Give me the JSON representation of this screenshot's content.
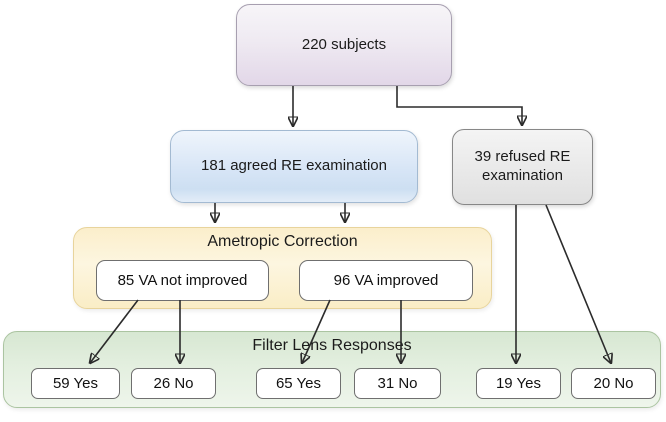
{
  "flow": {
    "nodes": {
      "subjects": "220 subjects",
      "agreed": "181 agreed RE examination",
      "refused": "39 refused RE examination",
      "va_not_improved": "85 VA not improved",
      "va_improved": "96 VA improved"
    },
    "groups": {
      "ametropic_title": "Ametropic Correction",
      "filter_lens_title": "Filter Lens Responses"
    },
    "responses": [
      {
        "label": "59 Yes"
      },
      {
        "label": "26 No"
      },
      {
        "label": "65 Yes"
      },
      {
        "label": "31 No"
      },
      {
        "label": "19 Yes"
      },
      {
        "label": "20 No"
      }
    ],
    "edges": [
      {
        "from": "220 subjects",
        "to": "181 agreed RE examination"
      },
      {
        "from": "220 subjects",
        "to": "39 refused RE examination"
      },
      {
        "from": "181 agreed RE examination",
        "to": "Ametropic Correction (85 VA not improved)"
      },
      {
        "from": "181 agreed RE examination",
        "to": "Ametropic Correction (96 VA improved)"
      },
      {
        "from": "85 VA not improved",
        "to": "59 Yes"
      },
      {
        "from": "85 VA not improved",
        "to": "26 No"
      },
      {
        "from": "96 VA improved",
        "to": "65 Yes"
      },
      {
        "from": "96 VA improved",
        "to": "31 No"
      },
      {
        "from": "39 refused RE examination",
        "to": "19 Yes"
      },
      {
        "from": "39 refused RE examination",
        "to": "20 No"
      }
    ],
    "colors": {
      "subjects_fill_bottom": "#e2d7e8",
      "subjects_border": "#a79fb0",
      "agreed_fill_bottom": "#cddff2",
      "agreed_border": "#a3bad2",
      "refused_fill": "#e9e9e9",
      "refused_border": "#878787",
      "ametropic_fill": "#faedc6",
      "ametropic_border": "#e8d49c",
      "filter_fill": "#d7e7d2",
      "filter_border": "#abc4a1",
      "leaf_fill": "#ffffff",
      "leaf_border": "#6f6f6f",
      "arrow": "#2b2b2b",
      "text": "#1b1b1b"
    }
  }
}
